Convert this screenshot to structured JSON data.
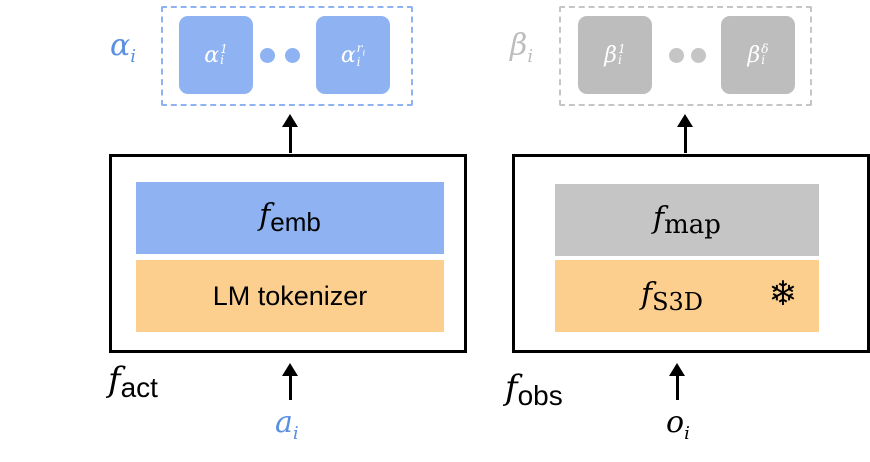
{
  "colors": {
    "blue": "#8FB3F2",
    "blue_text": "#5B8FE0",
    "gray": "#C5C5C5",
    "gray_box": "#BDBDBD",
    "gray_text": "#BDBDBD",
    "orange": "#FCCF8F",
    "dot_blue": "#8FB3F2",
    "dot_gray": "#C5C5C5"
  },
  "left": {
    "group_symbol": "α",
    "group_sub": "i",
    "token_first": {
      "base": "α",
      "sup": "1",
      "sub": "i"
    },
    "token_last": {
      "base": "α",
      "sup": "r",
      "sup_sub": "i",
      "sub": "i"
    },
    "layer_top": {
      "base": "f",
      "sub": "emb"
    },
    "layer_bottom": "LM tokenizer",
    "module_label": {
      "base": "f",
      "sub": "act"
    },
    "input": {
      "base": "a",
      "sub": "i"
    }
  },
  "right": {
    "group_symbol": "β",
    "group_sub": "i",
    "token_first": {
      "base": "β",
      "sup": "1",
      "sub": "i"
    },
    "token_last": {
      "base": "β",
      "sup": "δ",
      "sub": "i"
    },
    "layer_top": {
      "base": "f",
      "sub": "map"
    },
    "layer_bottom": {
      "base": "f",
      "sub": "S3D"
    },
    "frozen_icon": "❄",
    "module_label": {
      "base": "f",
      "sub": "obs"
    },
    "input": {
      "base": "o",
      "sub": "i"
    }
  }
}
